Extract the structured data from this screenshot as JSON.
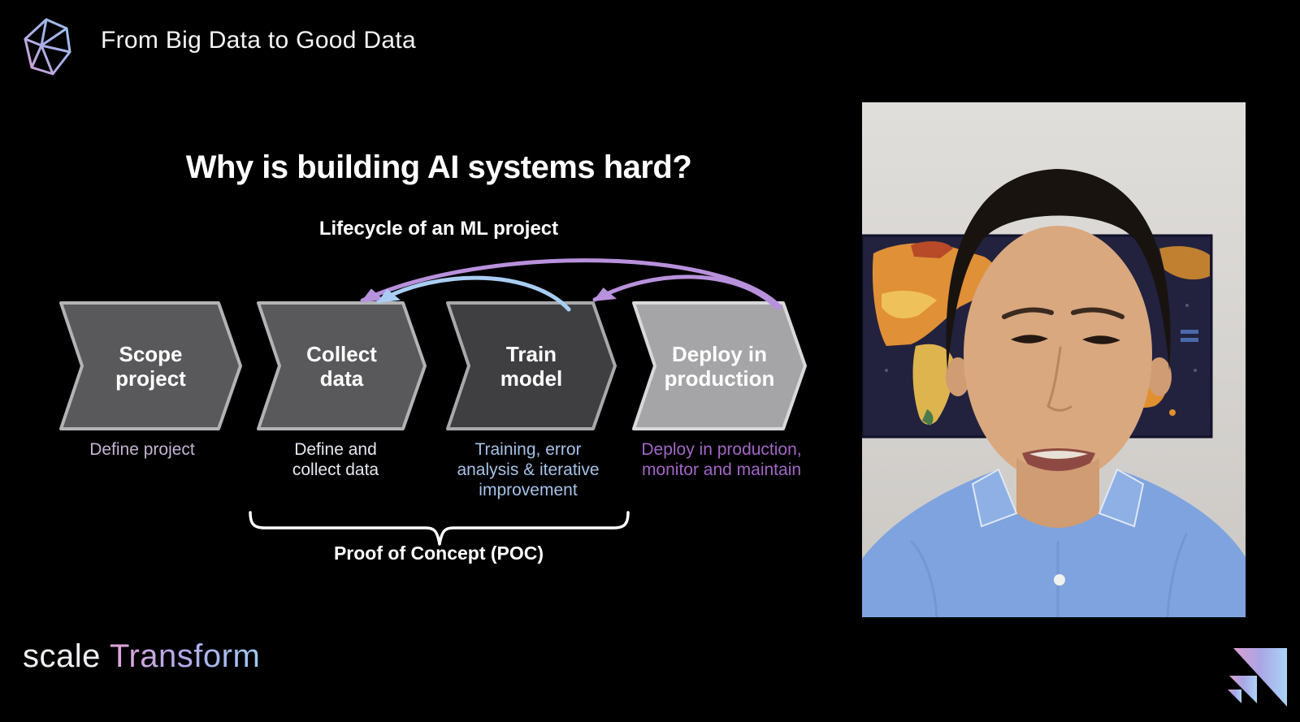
{
  "header": {
    "title": "From Big Data to Good Data",
    "logo": "wireframe-gem-icon"
  },
  "slide": {
    "heading": "Why is building AI systems hard?",
    "subheading": "Lifecycle of an ML project",
    "stages": [
      {
        "label_line1": "Scope",
        "label_line2": "project",
        "fill": "#59595c",
        "border": "#b3b3b5",
        "caption_line1": "Define project",
        "caption_line2": "",
        "caption_line3": "",
        "caption_color": "#c6b3d3"
      },
      {
        "label_line1": "Collect",
        "label_line2": "data",
        "fill": "#59595c",
        "border": "#b3b3b5",
        "caption_line1": "Define and",
        "caption_line2": "collect data",
        "caption_line3": "",
        "caption_color": "#e5e7ef"
      },
      {
        "label_line1": "Train",
        "label_line2": "model",
        "fill": "#3f3f42",
        "border": "#a9a9ab",
        "caption_line1": "Training, error",
        "caption_line2": "analysis & iterative",
        "caption_line3": "improvement",
        "caption_color": "#a5c2e7"
      },
      {
        "label_line1": "Deploy in",
        "label_line2": "production",
        "fill": "#a5a5a8",
        "border": "#d9d9db",
        "caption_line1": "Deploy in production,",
        "caption_line2": "monitor and maintain",
        "caption_line3": "",
        "caption_color": "#a266c5"
      }
    ],
    "arrows": [
      {
        "name": "deploy-to-collect-data",
        "color": "#b891dc"
      },
      {
        "name": "train-model-to-collect-data",
        "color": "#a9cdf2"
      },
      {
        "name": "deploy-to-train-model",
        "color": "#b891dc"
      }
    ],
    "brace_color": "#ffffff",
    "poc_label": "Proof of Concept (POC)"
  },
  "footer": {
    "brand_primary": "scale",
    "brand_secondary": "Transform",
    "corner_logo": "scale-transform-mark"
  },
  "colors": {
    "background": "#000000",
    "brand_gradient": [
      "#e2a6da",
      "#b3a9e8",
      "#9fc9f2"
    ],
    "map_ocean": "#22223e",
    "map_land": "#e09036",
    "shirt_blue": "#7fa3de"
  }
}
